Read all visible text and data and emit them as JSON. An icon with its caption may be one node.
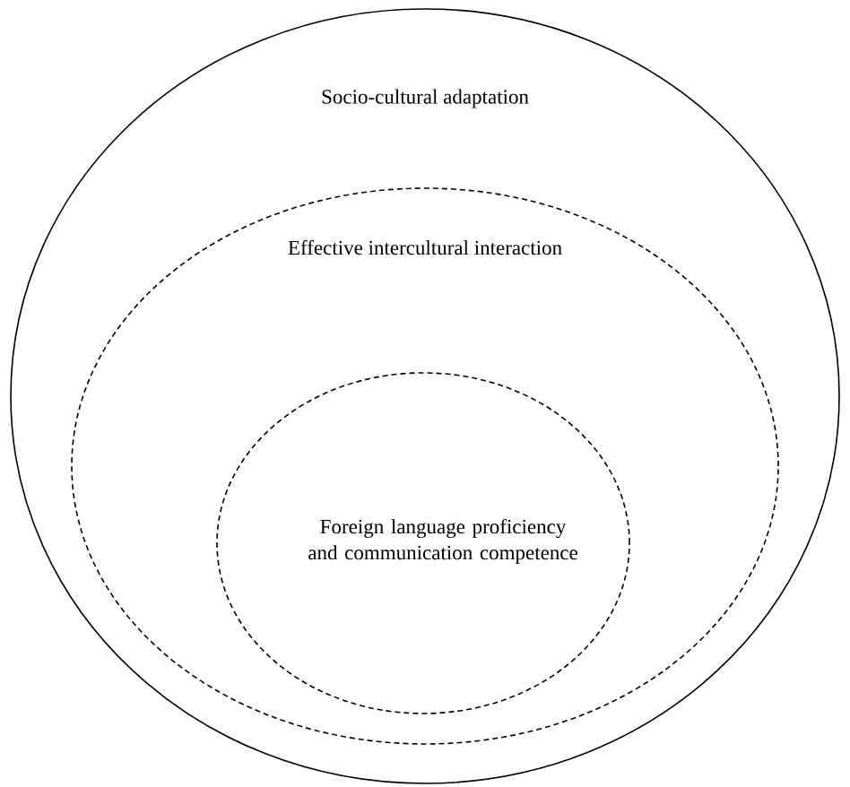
{
  "diagram": {
    "nodes": [
      {
        "text": [
          "Socio-cultural adaptation"
        ]
      },
      {
        "text": [
          "Effective intercultural interaction"
        ],
        "in": 0
      },
      {
        "text": [
          "Foreign language proficiency and communication competence"
        ],
        "in": 1
      }
    ]
  }
}
